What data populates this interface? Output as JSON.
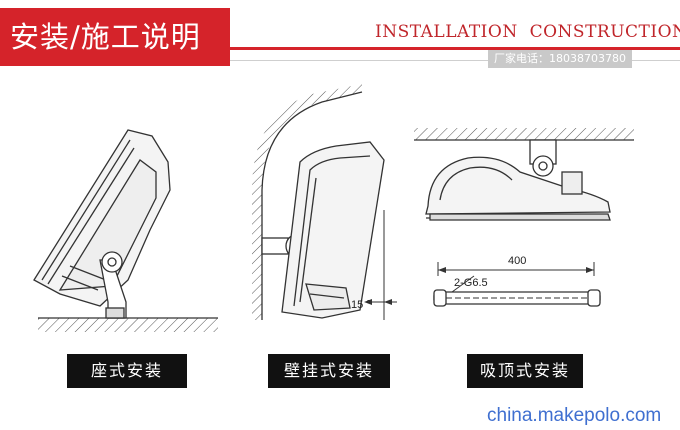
{
  "header": {
    "title_cn": "安装/施工说明",
    "title_en": "INSTALLATION CONSTRUCTION",
    "phone": "厂家电话：18038703780",
    "accent_color": "#d5232a"
  },
  "diagrams": {
    "wall": {
      "angle_label": "15 °"
    },
    "ceiling": {
      "length_label": "400",
      "lamp_label": "2-G6.5"
    }
  },
  "captions": {
    "floor": "座式安装",
    "wall": "壁挂式安装",
    "ceiling": "吸顶式安装"
  },
  "watermark": "china.makepolo.com"
}
